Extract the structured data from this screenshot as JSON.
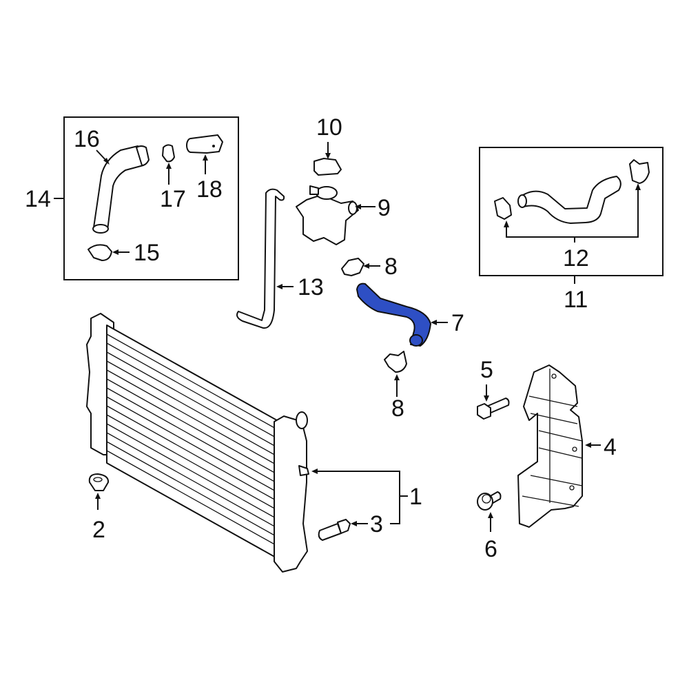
{
  "diagram": {
    "highlight_color": "#2e4fc4",
    "callouts": [
      {
        "id": "1",
        "label": "1",
        "part": "radiator-assembly"
      },
      {
        "id": "2",
        "label": "2",
        "part": "radiator-mount-grommet"
      },
      {
        "id": "3",
        "label": "3",
        "part": "drain-plug"
      },
      {
        "id": "4",
        "label": "4",
        "part": "air-deflector-bracket"
      },
      {
        "id": "5",
        "label": "5",
        "part": "bolt"
      },
      {
        "id": "6",
        "label": "6",
        "part": "clip"
      },
      {
        "id": "7",
        "label": "7",
        "part": "lower-radiator-hose",
        "highlighted": true
      },
      {
        "id": "8a",
        "label": "8",
        "part": "hose-clamp-upper"
      },
      {
        "id": "8b",
        "label": "8",
        "part": "hose-clamp-lower"
      },
      {
        "id": "9",
        "label": "9",
        "part": "coolant-outlet"
      },
      {
        "id": "10",
        "label": "10",
        "part": "cap"
      },
      {
        "id": "11",
        "label": "11",
        "part": "hose-kit-right"
      },
      {
        "id": "12",
        "label": "12",
        "part": "hose-clamps-kit-right"
      },
      {
        "id": "13",
        "label": "13",
        "part": "overflow-hose"
      },
      {
        "id": "14",
        "label": "14",
        "part": "hose-kit-left"
      },
      {
        "id": "15",
        "label": "15",
        "part": "clamp"
      },
      {
        "id": "16",
        "label": "16",
        "part": "upper-hose"
      },
      {
        "id": "17",
        "label": "17",
        "part": "clamp"
      },
      {
        "id": "18",
        "label": "18",
        "part": "connector"
      }
    ]
  }
}
